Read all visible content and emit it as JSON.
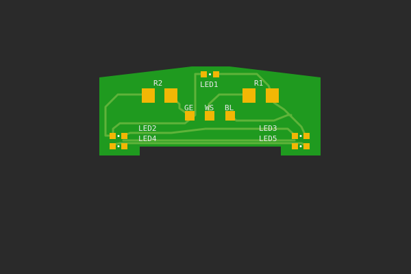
{
  "colors": {
    "background": "#2a2a2a",
    "board": "#1f9a1f",
    "trace": "#5fb33a",
    "pad": "#f2b705",
    "silkscreen": "#e8e8e8",
    "drill": "#ffffff"
  },
  "components": {
    "led1": "LED1",
    "r1": "R1",
    "r2": "R2",
    "led2": "LED2",
    "led3": "LED3",
    "led4": "LED4",
    "led5": "LED5",
    "ge": "GE",
    "ws": "WS",
    "bl": "BL"
  }
}
